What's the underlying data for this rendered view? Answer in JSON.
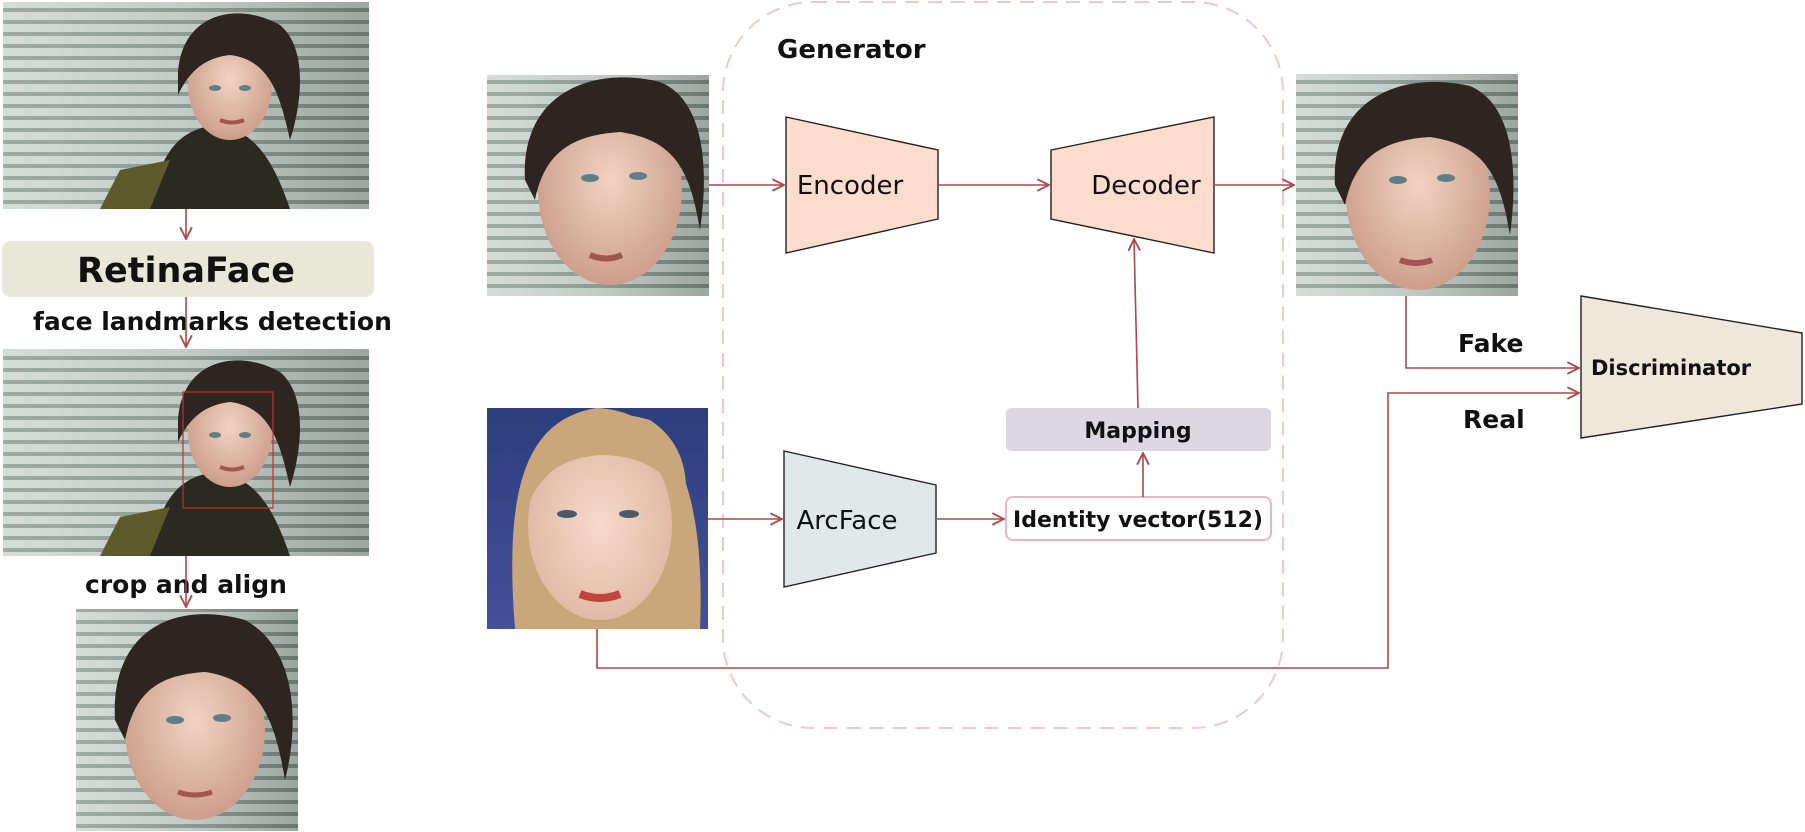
{
  "pipeline": {
    "retinaface_label": "RetinaFace",
    "step1_label": "face landmarks detection",
    "step2_label": "crop and align"
  },
  "generator": {
    "title": "Generator",
    "encoder_label": "Encoder",
    "decoder_label": "Decoder",
    "arcface_label": "ArcFace",
    "identity_label": "Identity vector(512)",
    "mapping_label": "Mapping"
  },
  "discriminator": {
    "label": "Discriminator",
    "fake_label": "Fake",
    "real_label": "Real"
  },
  "images": {
    "target_face": "woman-with-bangs-photo",
    "source_face": "blonde-woman-photo",
    "swapped_face": "swapped-face-photo"
  },
  "colors": {
    "arrow": "#b0474a",
    "encoder_fill": "#fcdccc",
    "decoder_fill": "#fcdccc",
    "arcface_fill": "#e1e8e9",
    "mapping_fill": "#ddd7e4",
    "retinaface_fill": "#e8e7d8",
    "discriminator_fill": "#efe7d9",
    "generator_border": "#efc8cc"
  }
}
